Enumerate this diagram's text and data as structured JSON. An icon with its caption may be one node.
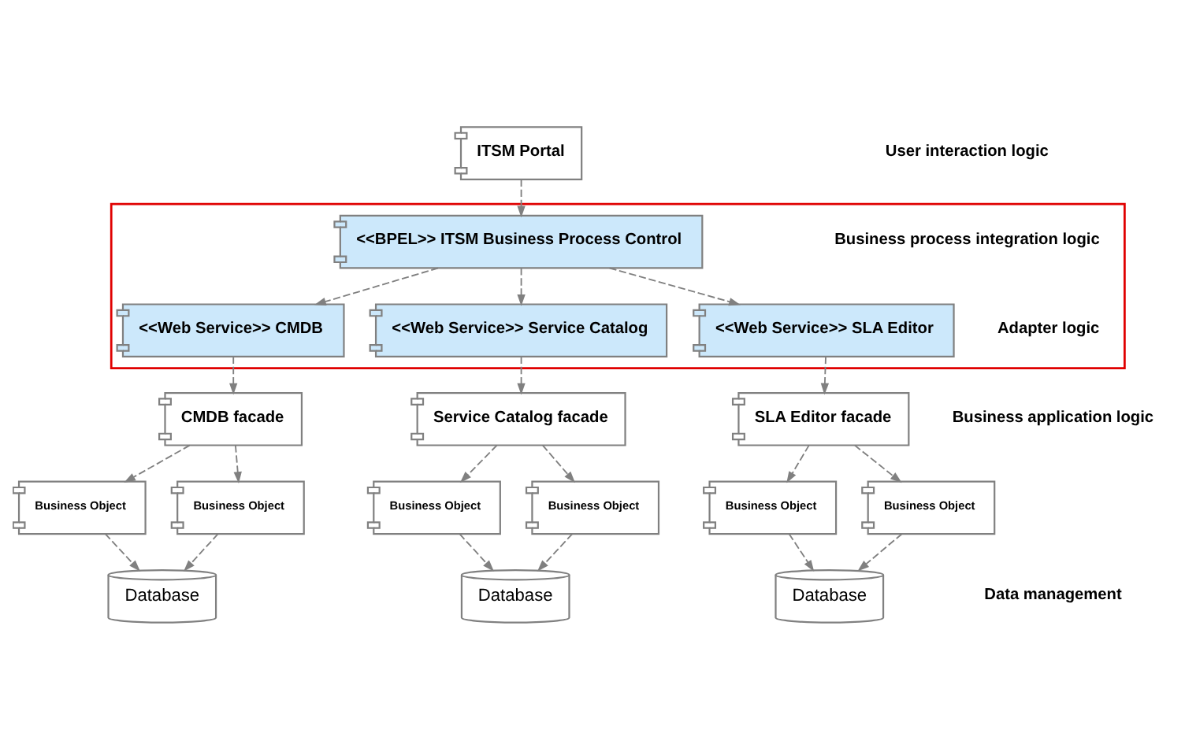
{
  "diagram": {
    "nodes": [
      {
        "text": [
          "ITSM Portal"
        ]
      },
      {
        "text": [],
        "shape": "box"
      },
      {
        "text": [
          "<<BPEL>> ITSM Business Process Control"
        ],
        "in": 1
      },
      {
        "text": [
          "<<Web Service>> CMDB"
        ],
        "in": 1
      },
      {
        "text": [
          "<<Web Service>> Service Catalog"
        ],
        "in": 1
      },
      {
        "text": [
          "<<Web Service>> SLA Editor"
        ],
        "in": 1
      },
      {
        "text": [
          "CMDB facade"
        ]
      },
      {
        "text": [
          "Service Catalog facade"
        ]
      },
      {
        "text": [
          "SLA Editor facade"
        ]
      },
      {
        "text": [
          "Business Object"
        ]
      },
      {
        "text": [
          "Business Object"
        ]
      },
      {
        "text": [
          "Business Object"
        ]
      },
      {
        "text": [
          "Business Object"
        ]
      },
      {
        "text": [
          "Business Object"
        ]
      },
      {
        "text": [
          "Business Object"
        ]
      },
      {
        "text": [
          "Database"
        ]
      },
      {
        "text": [
          "Database"
        ]
      },
      {
        "text": [
          "Database"
        ]
      }
    ],
    "edges": [
      {
        "from": 0,
        "to": 2,
        "arrow": "to",
        "style": "dashed"
      },
      {
        "from": 2,
        "to": 3,
        "arrow": "to",
        "style": "dashed"
      },
      {
        "from": 2,
        "to": 4,
        "arrow": "to",
        "style": "dashed"
      },
      {
        "from": 2,
        "to": 5,
        "arrow": "to",
        "style": "dashed"
      },
      {
        "from": 3,
        "to": 6,
        "arrow": "to",
        "style": "dashed"
      },
      {
        "from": 4,
        "to": 7,
        "arrow": "to",
        "style": "dashed"
      },
      {
        "from": 5,
        "to": 8,
        "arrow": "to",
        "style": "dashed"
      },
      {
        "from": 6,
        "to": 9,
        "arrow": "to",
        "style": "dashed"
      },
      {
        "from": 6,
        "to": 10,
        "arrow": "to",
        "style": "dashed"
      },
      {
        "from": 7,
        "to": 11,
        "arrow": "to",
        "style": "dashed"
      },
      {
        "from": 7,
        "to": 12,
        "arrow": "to",
        "style": "dashed"
      },
      {
        "from": 8,
        "to": 13,
        "arrow": "to",
        "style": "dashed"
      },
      {
        "from": 8,
        "to": 14,
        "arrow": "to",
        "style": "dashed"
      },
      {
        "from": 9,
        "to": 15,
        "arrow": "to",
        "style": "dashed"
      },
      {
        "from": 10,
        "to": 15,
        "arrow": "to",
        "style": "dashed"
      },
      {
        "from": 11,
        "to": 16,
        "arrow": "to",
        "style": "dashed"
      },
      {
        "from": 12,
        "to": 16,
        "arrow": "to",
        "style": "dashed"
      },
      {
        "from": 13,
        "to": 17,
        "arrow": "to",
        "style": "dashed"
      },
      {
        "from": 14,
        "to": 17,
        "arrow": "to",
        "style": "dashed"
      }
    ],
    "labels": [
      "User interaction logic",
      "Business process integration logic",
      "Adapter logic",
      "Business application logic",
      "Data management"
    ]
  }
}
